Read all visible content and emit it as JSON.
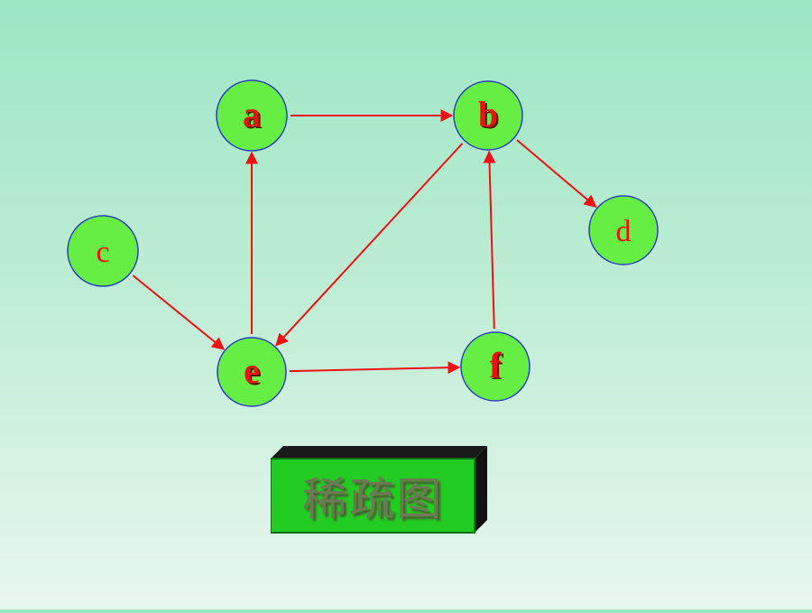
{
  "diagram": {
    "nodes": [
      {
        "id": "a",
        "label": "a",
        "style": "bold"
      },
      {
        "id": "b",
        "label": "b",
        "style": "bold"
      },
      {
        "id": "c",
        "label": "c",
        "style": "plain"
      },
      {
        "id": "d",
        "label": "d",
        "style": "plain"
      },
      {
        "id": "e",
        "label": "e",
        "style": "bold"
      },
      {
        "id": "f",
        "label": "f",
        "style": "bold"
      }
    ],
    "edges": [
      {
        "from": "a",
        "to": "b"
      },
      {
        "from": "b",
        "to": "d"
      },
      {
        "from": "b",
        "to": "e"
      },
      {
        "from": "c",
        "to": "e"
      },
      {
        "from": "e",
        "to": "a"
      },
      {
        "from": "e",
        "to": "f"
      },
      {
        "from": "f",
        "to": "b"
      }
    ],
    "caption": "稀疏图",
    "colors": {
      "node_fill": "#66ee44",
      "node_stroke": "#2a3fbf",
      "edge": "#ee1111",
      "label": "#ee1111",
      "caption_box": "#22cc22"
    }
  }
}
